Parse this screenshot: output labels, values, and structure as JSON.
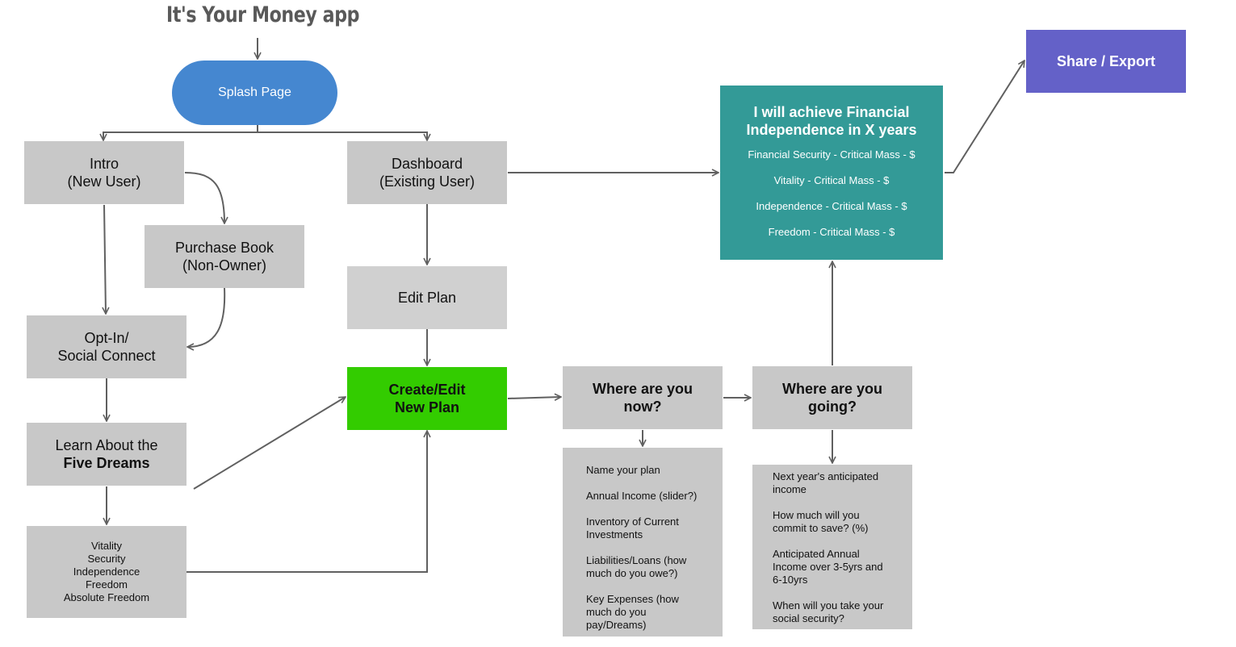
{
  "title": "It's Your Money app",
  "splash": "Splash Page",
  "intro": [
    "Intro",
    "(New User)"
  ],
  "purchase": [
    "Purchase Book",
    "(Non-Owner)"
  ],
  "optin": [
    "Opt-In/",
    "Social Connect"
  ],
  "learn": [
    "Learn About the",
    "Five Dreams"
  ],
  "dreams": [
    "Vitality",
    "Security",
    "Independence",
    "Freedom",
    "Absolute Freedom"
  ],
  "dashboard": [
    "Dashboard",
    "(Existing User)"
  ],
  "edit_plan": "Edit Plan",
  "create": [
    "Create/Edit",
    "New Plan"
  ],
  "now": [
    "Where are you",
    "now?"
  ],
  "now_items": [
    "Name your plan",
    "Annual Income (slider?)",
    "Inventory of Current Investments",
    "Liabilities/Loans (how much do you owe?)",
    "Key Expenses (how much do you pay/Dreams)"
  ],
  "going": [
    "Where are you",
    "going?"
  ],
  "going_items": [
    "Next year's anticipated income",
    "How much will you commit to save? (%)",
    "Anticipated Annual Income over 3-5yrs and 6-10yrs",
    "When will you take your social security?"
  ],
  "result": {
    "headline": [
      "I will achieve Financial",
      "Independence in X years"
    ],
    "rows": [
      "Financial Security - Critical Mass - $",
      "Vitality - Critical Mass - $",
      "Independence - Critical Mass - $",
      "Freedom - Critical Mass - $"
    ]
  },
  "share": "Share / Export",
  "colors": {
    "splash": "#4587d0",
    "box": "#c8c8c8",
    "edit": "#d0d0d0",
    "create": "#33cc00",
    "result": "#339a97",
    "share": "#6461c8",
    "line": "#606060"
  }
}
